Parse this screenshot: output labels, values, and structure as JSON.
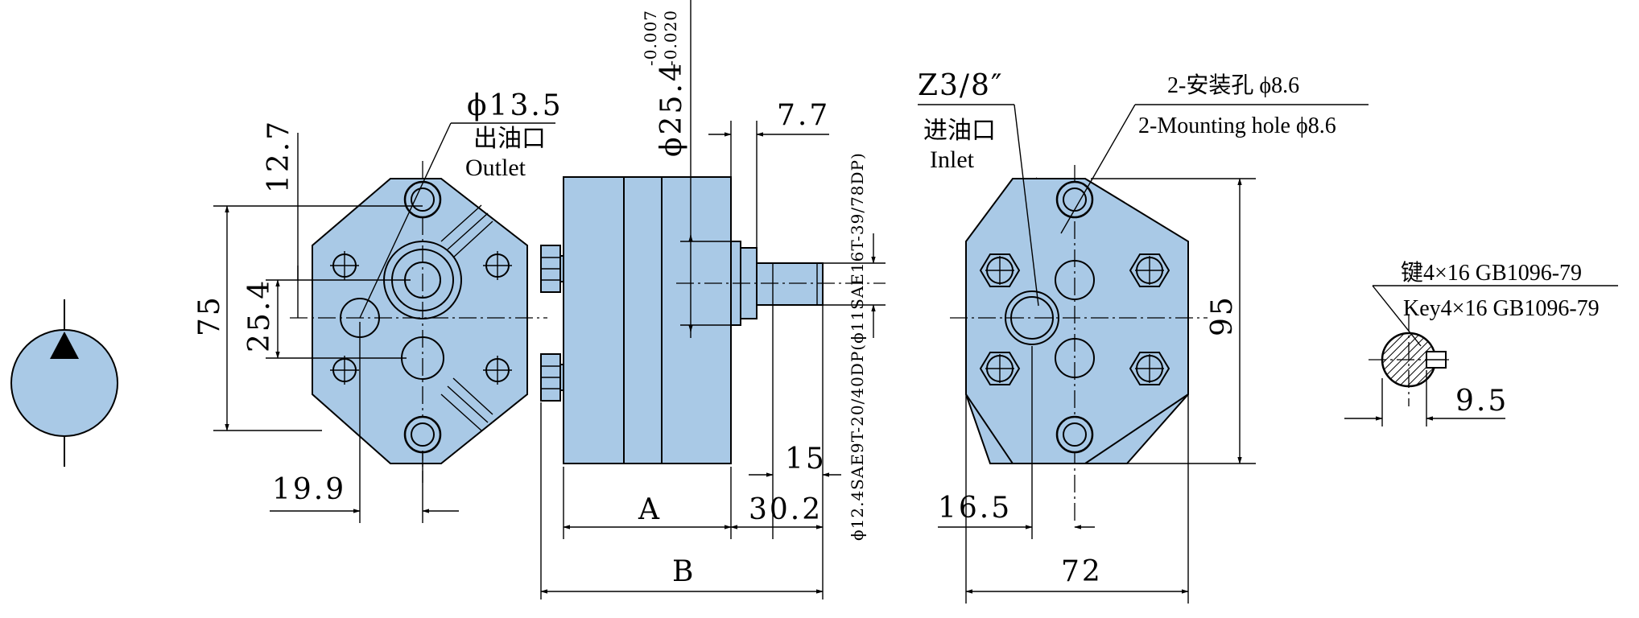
{
  "symbol": {
    "name": "hydraulic-pump-symbol"
  },
  "labels": {
    "outlet_dia": "ϕ13.5",
    "outlet_cn": "出油口",
    "outlet_en": "Outlet",
    "inlet_thread": "Z3/8″",
    "inlet_cn": "进油口",
    "inlet_en": "Inlet",
    "mount_cn": "2-安装孔 ϕ8.6",
    "mount_en": "2-Mounting hole ϕ8.6",
    "key_cn": "键4×16 GB1096-79",
    "key_en": "Key4×16 GB1096-79",
    "spline_spec": "ϕ12.4SAE9T-20/40DP(ϕ11SAE16T-39/78DP)",
    "pilot_dia": "ϕ25.4",
    "pilot_tol_upper": "-0.007",
    "pilot_tol_lower": "-0.020"
  },
  "dims": {
    "d12_7": "12.7",
    "d75": "75",
    "d25_4": "25.4",
    "d19_9": "19.9",
    "d7_7": "7.7",
    "d15": "15",
    "d30_2": "30.2",
    "dA": "A",
    "dB": "B",
    "d95": "95",
    "d16_5": "16.5",
    "d72": "72",
    "d9_5": "9.5"
  }
}
